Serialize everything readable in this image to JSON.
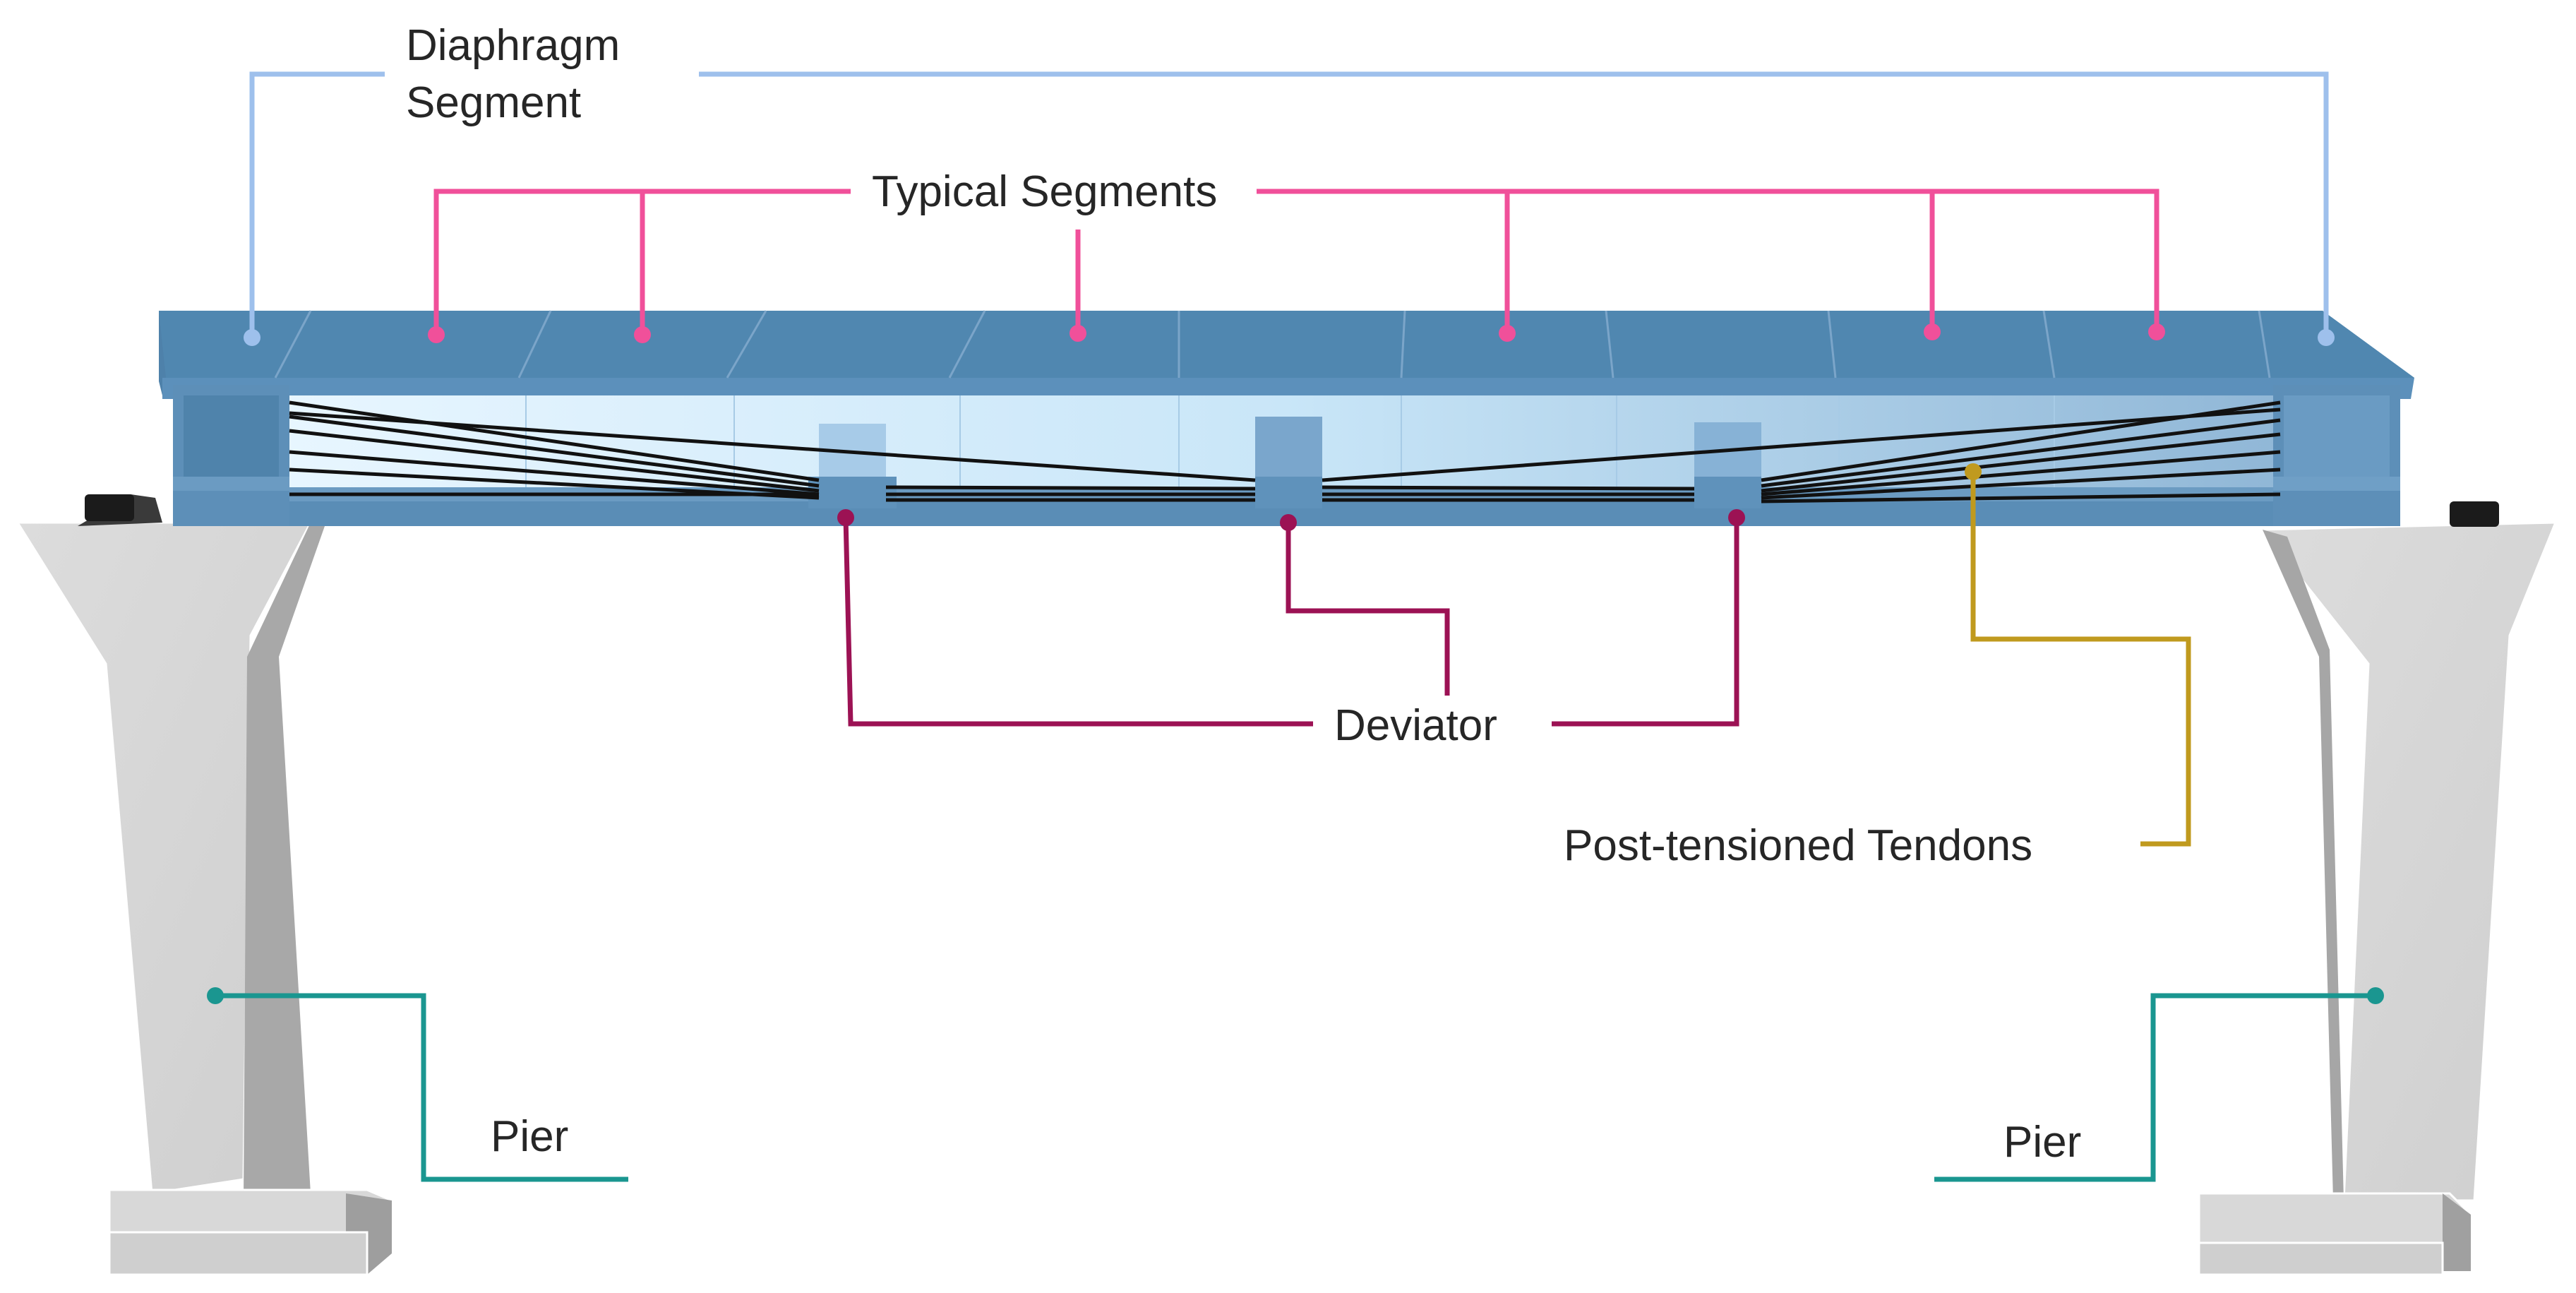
{
  "labels": {
    "diaphragm_line1": "Diaphragm",
    "diaphragm_line2": "Segment",
    "typical_segments": "Typical Segments",
    "deviator": "Deviator",
    "post_tensioned_tendons": "Post-tensioned Tendons",
    "pier_left": "Pier",
    "pier_right": "Pier"
  },
  "colors": {
    "diaphragm_leader": "#9ec0ec",
    "typical_leader": "#f0509a",
    "deviator_leader": "#9c1254",
    "tendon_leader": "#c09a1e",
    "pier_leader": "#1a9690",
    "deck_top": "#4f83ab",
    "deck_side": "#5d8fb8",
    "pier_face": "#d4d4d4",
    "pier_shadow": "#a9a9a9",
    "tendon": "#111111"
  }
}
